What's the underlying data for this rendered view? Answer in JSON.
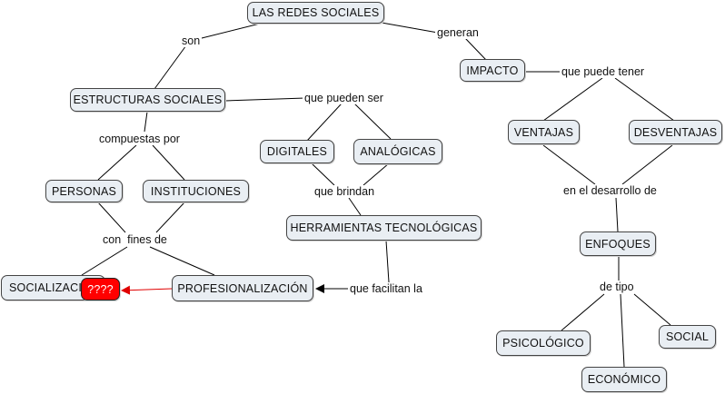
{
  "colors": {
    "node_fill": "#e9eef3",
    "node_border": "#444444",
    "line": "#000000",
    "highlight_fill": "#ff0000",
    "highlight_arrow": "#e00000"
  },
  "nodes": {
    "redes_sociales": "LAS REDES SOCIALES",
    "impacto": "IMPACTO",
    "estructuras_sociales": "ESTRUCTURAS SOCIALES",
    "digitales": "DIGITALES",
    "analogicas": "ANALÓGICAS",
    "ventajas": "VENTAJAS",
    "desventajas": "DESVENTAJAS",
    "personas": "PERSONAS",
    "instituciones": "INSTITUCIONES",
    "herramientas": "HERRAMIENTAS TECNOLÓGICAS",
    "enfoques": "ENFOQUES",
    "socializacion": "SOCIALIZACIÓN",
    "unknown": "????",
    "profesionalizacion": "PROFESIONALIZACIÓN",
    "psicologico": "PSICOLÓGICO",
    "social": "SOCIAL",
    "economico": "ECONÓMICO"
  },
  "links": {
    "son": "son",
    "generan": "generan",
    "que_puede_tener": "que puede tener",
    "que_pueden_ser": "que pueden ser",
    "compuestas_por": "compuestas por",
    "que_brindan": "que brindan",
    "en_el_desarrollo_de": "en el desarrollo de",
    "con_fines_de": "con  fines de",
    "que_facilitan_la": "que facilitan la",
    "de_tipo": "de tipo"
  }
}
